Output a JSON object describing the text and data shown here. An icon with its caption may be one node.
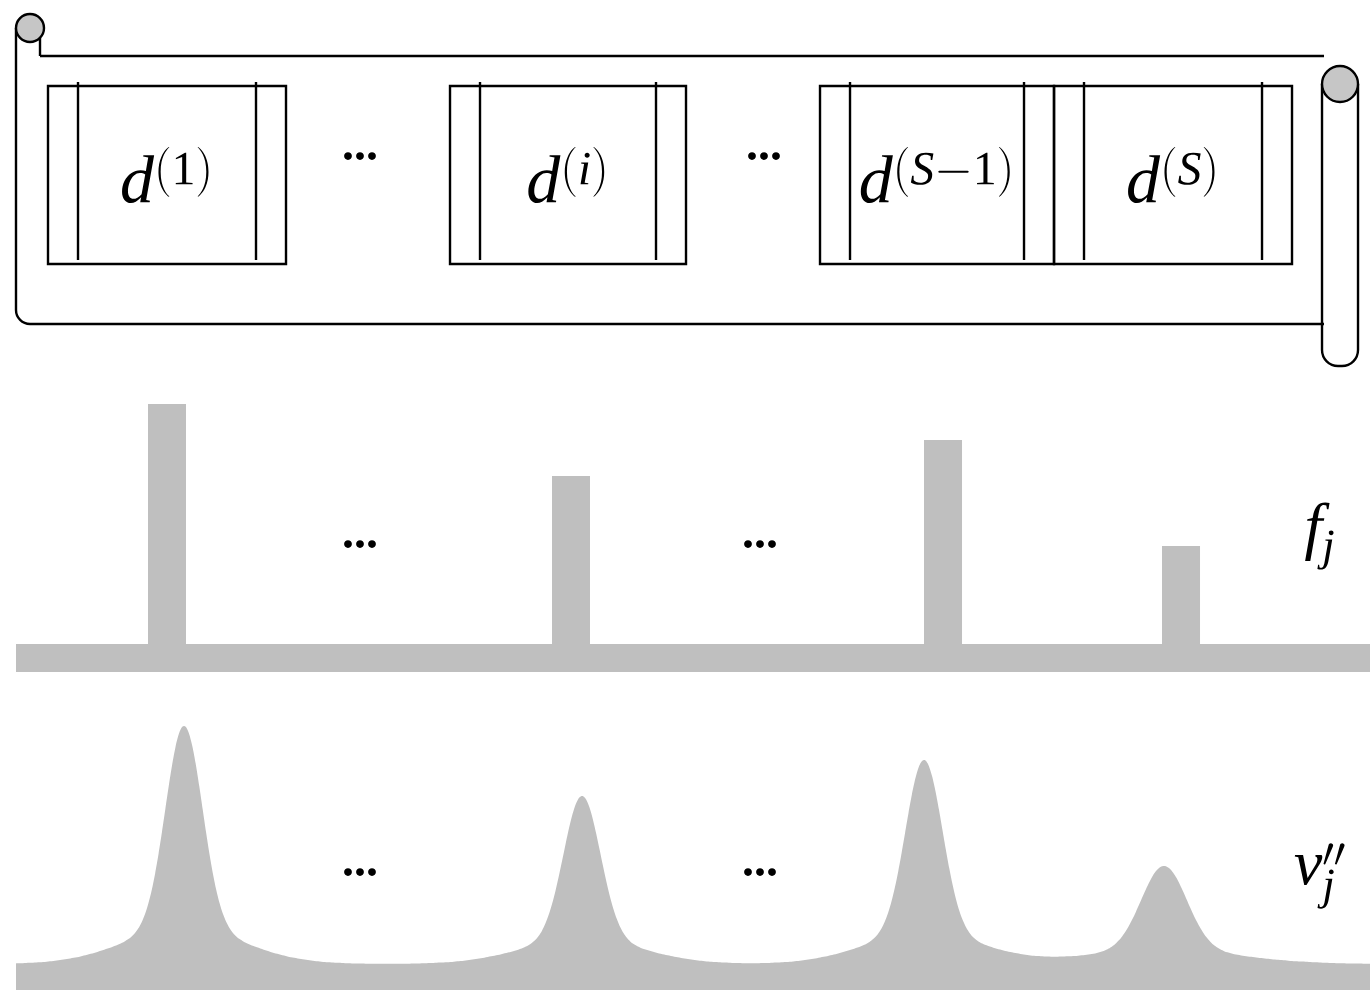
{
  "diagram": {
    "nodes": [
      {
        "text": [],
        "shape": "scroll"
      },
      {
        "text": [
          "d^{(1)}"
        ],
        "in": 0
      },
      {
        "text": [
          "d^{(i)}"
        ],
        "in": 0
      },
      {
        "text": [
          "d^{(S-1)}"
        ],
        "in": 0
      },
      {
        "text": [
          "d^{(S)}"
        ],
        "in": 0
      }
    ],
    "labels": [
      "...",
      "...",
      "...",
      "...",
      "f_j",
      "...",
      "...",
      "v''_j"
    ]
  }
}
